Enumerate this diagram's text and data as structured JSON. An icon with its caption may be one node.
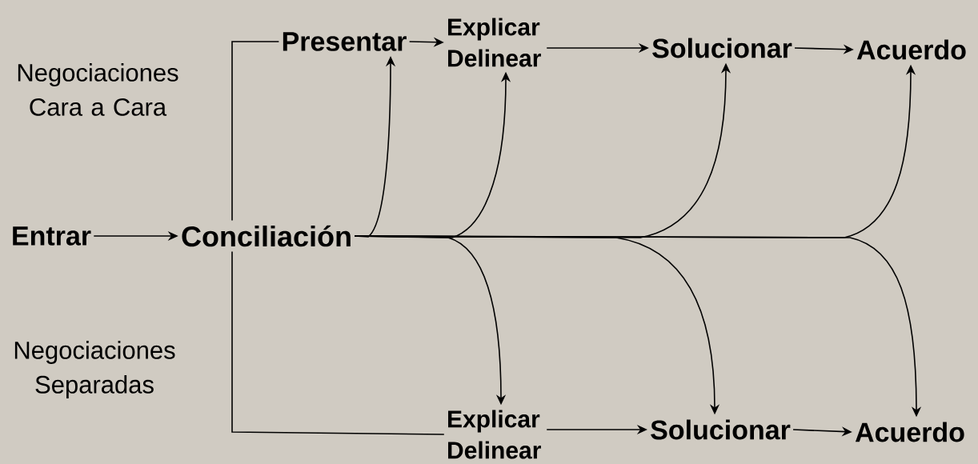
{
  "diagram": {
    "nodes": [
      {
        "text": [
          "Entrar"
        ]
      },
      {
        "text": [
          "Conciliación"
        ]
      },
      {
        "text": [
          "Presentar"
        ]
      },
      {
        "text": [
          "Explicar Delinear"
        ]
      },
      {
        "text": [
          "Solucionar"
        ]
      },
      {
        "text": [
          "Acuerdo"
        ]
      },
      {
        "text": [
          "Explicar Delinear"
        ]
      },
      {
        "text": [
          "Solucionar"
        ]
      },
      {
        "text": [
          "Acuerdo"
        ]
      }
    ],
    "edges": [
      {
        "from": 0,
        "to": 1,
        "arrow": "to"
      },
      {
        "from": 1,
        "to": 2,
        "arrow": "none"
      },
      {
        "from": 1,
        "to": 2,
        "arrow": "to"
      },
      {
        "from": 2,
        "to": 3,
        "arrow": "to"
      },
      {
        "from": 1,
        "to": 3,
        "arrow": "to"
      },
      {
        "from": 3,
        "to": 4,
        "arrow": "to"
      },
      {
        "from": 1,
        "to": 4,
        "arrow": "to"
      },
      {
        "from": 4,
        "to": 5,
        "arrow": "to"
      },
      {
        "from": 1,
        "to": 5,
        "arrow": "to"
      },
      {
        "from": 1,
        "to": 6,
        "arrow": "none"
      },
      {
        "from": 1,
        "to": 6,
        "arrow": "to"
      },
      {
        "from": 6,
        "to": 7,
        "arrow": "to"
      },
      {
        "from": 1,
        "to": 7,
        "arrow": "to"
      },
      {
        "from": 7,
        "to": 8,
        "arrow": "to"
      },
      {
        "from": 1,
        "to": 8,
        "arrow": "to"
      }
    ],
    "labels": [
      "Negociaciones Cara a Cara",
      "Negociaciones Separadas"
    ]
  }
}
